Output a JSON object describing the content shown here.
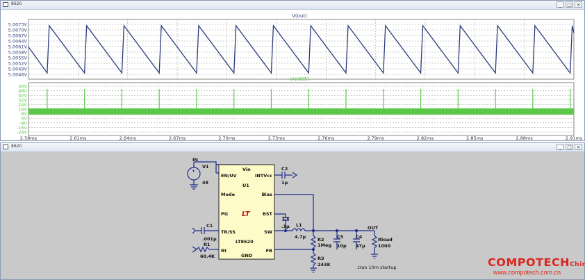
{
  "waveform_window": {
    "title": "8620",
    "buttons": [
      "_",
      "□",
      "×"
    ]
  },
  "schematic_window": {
    "title": "8620",
    "buttons": [
      "_",
      "□",
      "×"
    ]
  },
  "plot_top": {
    "trace_label": "V(out)",
    "trace_color": "#2b3b7a",
    "y_ticks": [
      "5.0073V",
      "5.0070V",
      "5.0067V",
      "5.0064V",
      "5.0061V",
      "5.0058V",
      "5.0055V",
      "5.0052V",
      "5.0049V",
      "5.0046V"
    ]
  },
  "plot_bottom": {
    "trace_label": "V(n005)",
    "trace_color": "#5cc84a",
    "y_ticks": [
      "56V",
      "48V",
      "40V",
      "32V",
      "24V",
      "16V",
      "8V",
      "0V",
      "-8V",
      "-16V",
      "-24V"
    ]
  },
  "x_axis": {
    "ticks": [
      "2.58ms",
      "2.61ms",
      "2.64ms",
      "2.67ms",
      "2.70ms",
      "2.73ms",
      "2.76ms",
      "2.79ms",
      "2.82ms",
      "2.85ms",
      "2.88ms",
      "2.91ms"
    ]
  },
  "schematic": {
    "source": {
      "node": "IN",
      "ref": "V1",
      "value": "48"
    },
    "ic": {
      "ref": "U1",
      "part": "LT8620",
      "logo": "LT",
      "pins_left": [
        "EN/UV",
        "Mode",
        "PG",
        "TR/SS",
        "Rt"
      ],
      "pins_right": [
        "INTVcc",
        "Bias",
        "BST",
        "SW",
        "FB"
      ],
      "pin_top": "Vin",
      "pin_bottom": "GND"
    },
    "components": {
      "c1": {
        "ref": "C1",
        "value": ".001μ"
      },
      "r1": {
        "ref": "R1",
        "value": "60.4K"
      },
      "c2": {
        "ref": "C2",
        "value": "1μ"
      },
      "c3": {
        "ref": "C3",
        "value": ".1μ"
      },
      "l1": {
        "ref": "L1",
        "value": "4.7μ"
      },
      "r2": {
        "ref": "R2",
        "value": "1Meg"
      },
      "r3": {
        "ref": "R3",
        "value": "243K"
      },
      "c5": {
        "ref": "C5",
        "value": "10p"
      },
      "c4": {
        "ref": "C4",
        "value": "47μ"
      },
      "rload": {
        "ref": "Rload",
        "value": "1000"
      }
    },
    "out_label": "OUT",
    "directive": ".tran 10m startup"
  },
  "watermark": {
    "brand": "COMPOTECH",
    "suffix": "China",
    "url": "www.compotech.com.cn"
  }
}
